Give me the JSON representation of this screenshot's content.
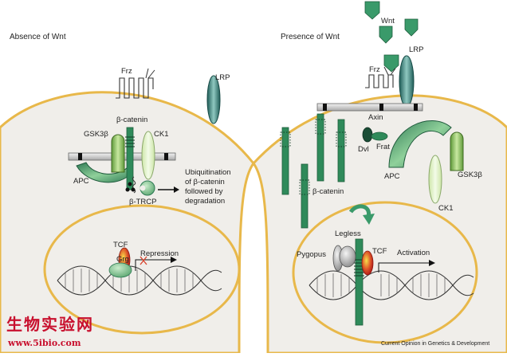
{
  "left_panel": {
    "heading": "Absence of Wnt",
    "frz": "Frz",
    "lrp": "LRP",
    "beta_catenin": "β-catenin",
    "gsk3b": "GSK3β",
    "ck1": "CK1",
    "apc": "APC",
    "btrcp": "β-TRCP",
    "ubiquitination": [
      "Ubiquitination",
      "of β-catenin",
      "followed by",
      "degradation"
    ],
    "tcf": "TCF",
    "grg": "Grg",
    "repression": "Repression"
  },
  "right_panel": {
    "heading": "Presence of Wnt",
    "wnt": "Wnt",
    "lrp": "LRP",
    "frz": "Frz",
    "axin": "Axin",
    "dvl": "Dvl",
    "frat": "Frat",
    "apc": "APC",
    "gsk3b": "GSK3β",
    "ck1": "CK1",
    "beta_catenin": "β-catenin",
    "legless": "Legless",
    "pygopus": "Pygopus",
    "tcf": "TCF",
    "activation": "Activation"
  },
  "footer": {
    "watermark_cn": "生物实验网",
    "watermark_url": "www.5ibio.com",
    "credit": "Current Opinion in Genetics & Development"
  },
  "colors": {
    "cell_fill": "#f0eeea",
    "cell_border": "#e8b84a",
    "protein_green": "#2f8a5a",
    "light_green": "#9fd07a",
    "tcf_red": "#d8402a",
    "lrp_teal": "#3f8f8a"
  }
}
